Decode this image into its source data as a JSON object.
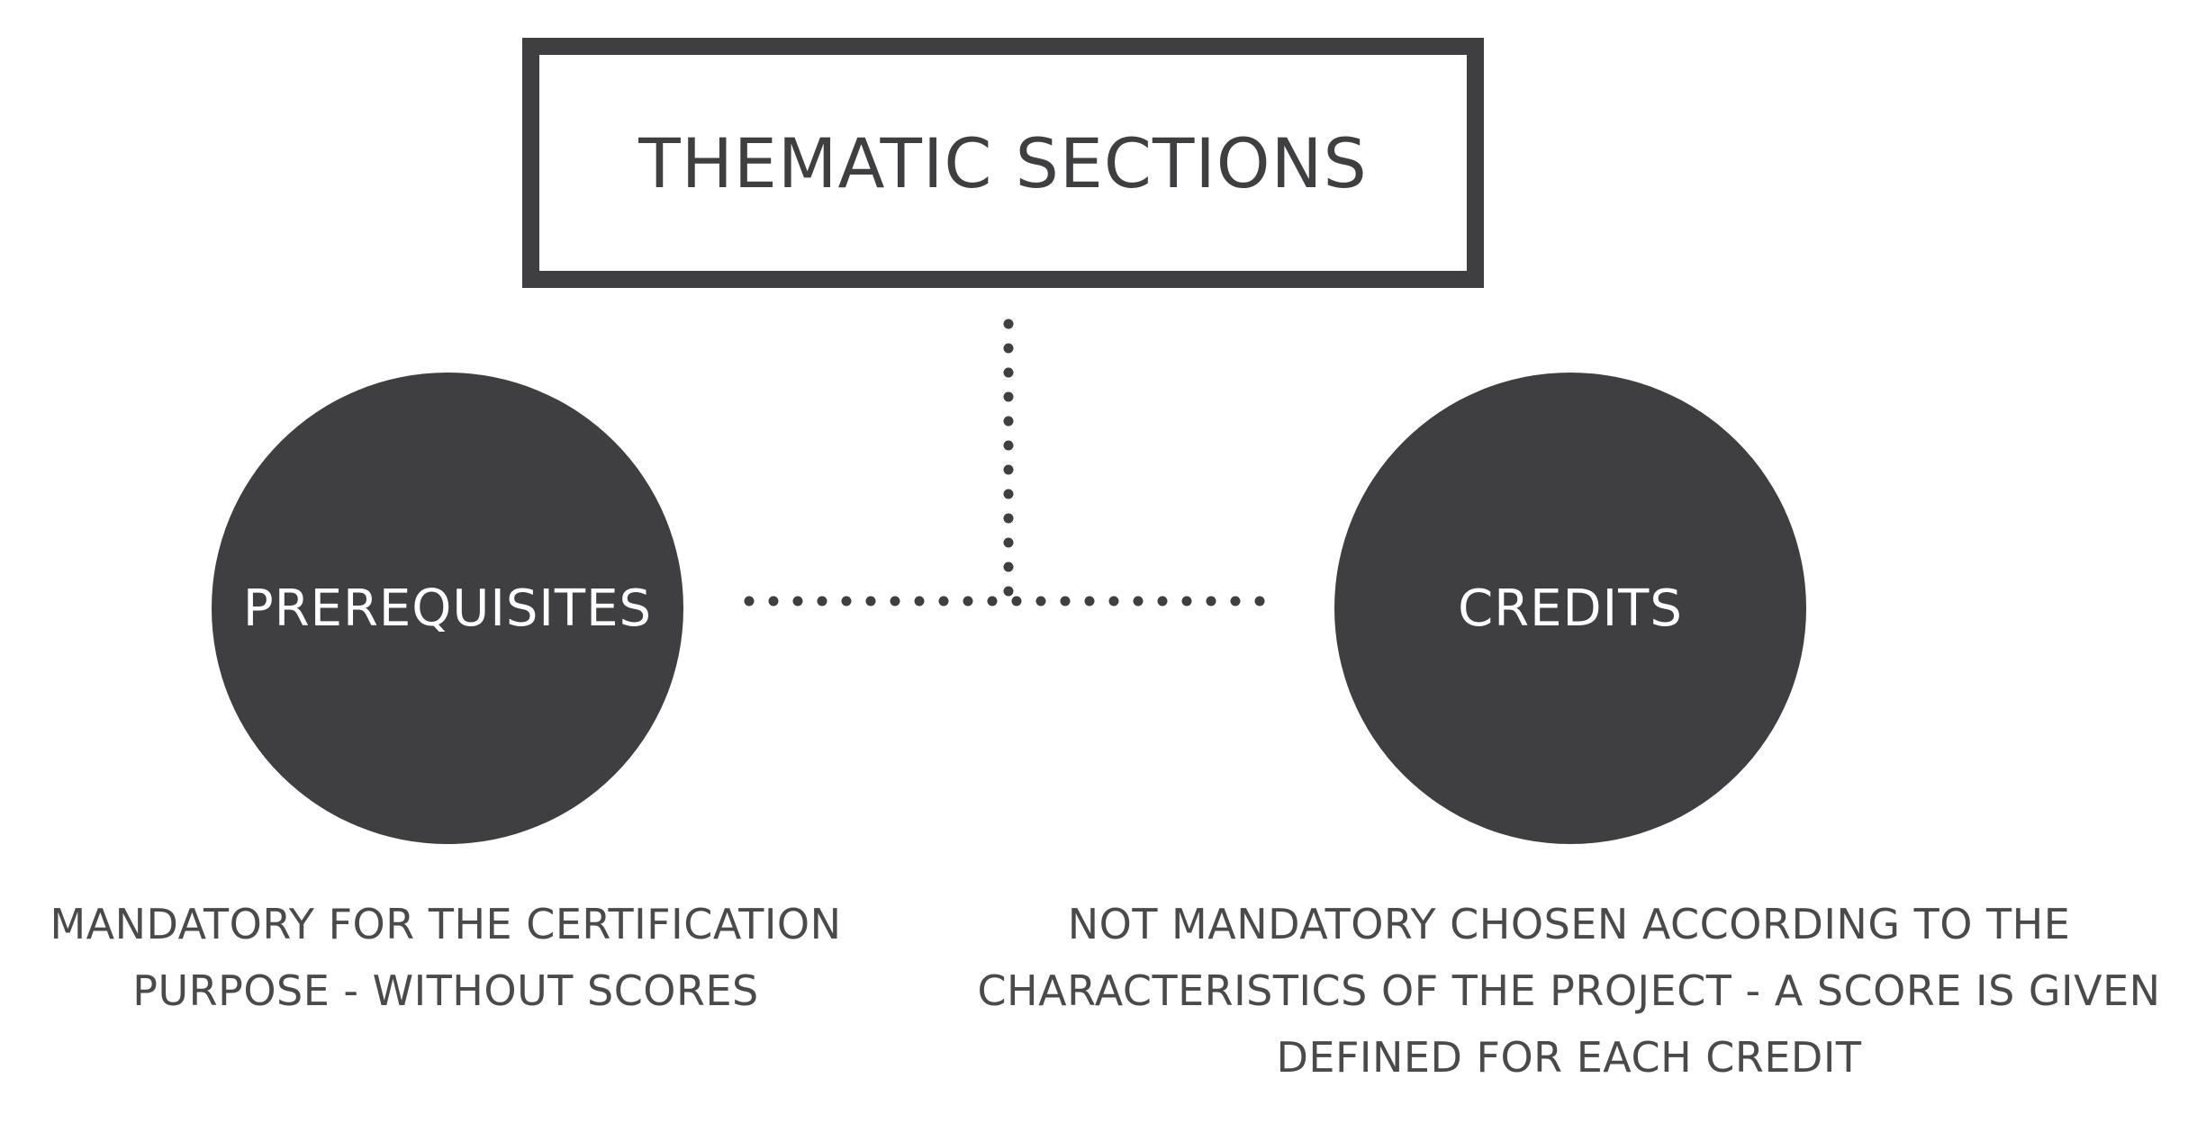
{
  "title_box": {
    "label": "THEMATIC SECTIONS"
  },
  "left_node": {
    "label": "PREREQUISITES",
    "caption": [
      "MANDATORY FOR THE CERTIFICATION",
      "PURPOSE - WITHOUT SCORES"
    ]
  },
  "right_node": {
    "label": "CREDITS",
    "caption": [
      "NOT MANDATORY CHOSEN ACCORDING TO THE",
      "CHARACTERISTICS OF THE PROJECT - A SCORE IS GIVEN",
      "DEFINED FOR EACH CREDIT"
    ]
  },
  "colors": {
    "dark": "#3f3e40",
    "text_light": "#ffffff",
    "background": "#ffffff"
  }
}
